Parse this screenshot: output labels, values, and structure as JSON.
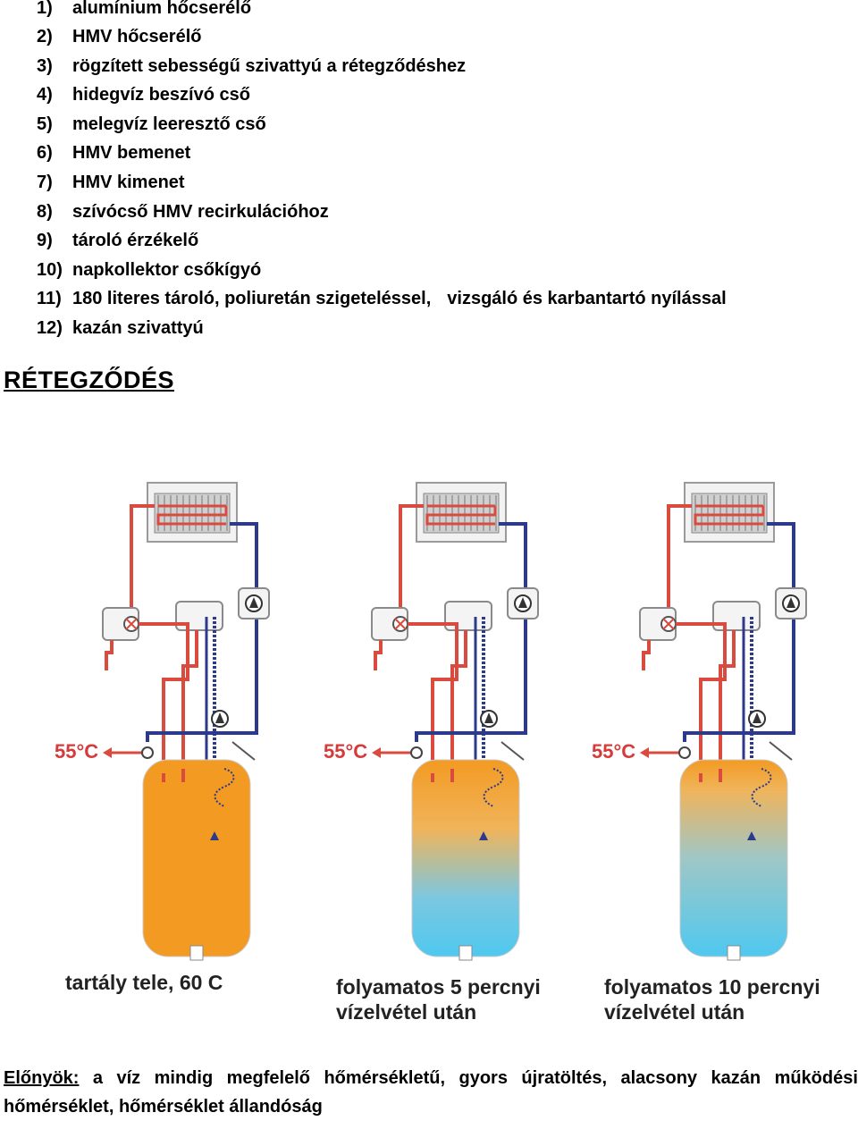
{
  "list": [
    {
      "num": "1)",
      "text": "alumínium hőcserélő"
    },
    {
      "num": "2)",
      "text": "HMV hőcserélő"
    },
    {
      "num": "3)",
      "text": "rögzített sebességű szivattyú a rétegződéshez"
    },
    {
      "num": "4)",
      "text": "hidegvíz beszívó cső"
    },
    {
      "num": "5)",
      "text": "melegvíz leeresztő cső"
    },
    {
      "num": "6)",
      "text": "HMV bemenet"
    },
    {
      "num": "7)",
      "text": "HMV kimenet"
    },
    {
      "num": "8)",
      "text": "szívócső HMV recirkulációhoz"
    },
    {
      "num": "9)",
      "text": "tároló érzékelő"
    },
    {
      "num": "10)",
      "text": "napkollektor csőkígyó"
    },
    {
      "num": "11)",
      "text": "180 literes tároló, poliuretán szigeteléssel,",
      "text2": "vizsgáló és karbantartó nyílással"
    },
    {
      "num": "12)",
      "text": "kazán szivattyú"
    }
  ],
  "heading": "RÉTEGZŐDÉS",
  "diagrams": [
    {
      "temp": "55°C",
      "caption_line1": "tartály tele, 60 C",
      "caption_line2": "",
      "fill": "full"
    },
    {
      "temp": "55°C",
      "caption_line1": "folyamatos 5 percnyi",
      "caption_line2": "vízelvétel után",
      "fill": "half"
    },
    {
      "temp": "55°C",
      "caption_line1": "folyamatos 10 percnyi",
      "caption_line2": "vízelvétel után",
      "fill": "low"
    }
  ],
  "colors": {
    "hot": "#d94a3f",
    "cold": "#2d3a8c",
    "tank_hot": "#f39a22",
    "tank_cold": "#4fc8f0",
    "temp_text": "#d73a3a"
  },
  "footer": {
    "lead": "Előnyök:",
    "words": [
      "a",
      "víz",
      "mindig",
      "megfelelő",
      "hőmérsékletű,",
      "gyors",
      "újratöltés,",
      "alacsony",
      "kazán",
      "működési"
    ],
    "line2": "hőmérséklet, hőmérséklet állandóság"
  }
}
